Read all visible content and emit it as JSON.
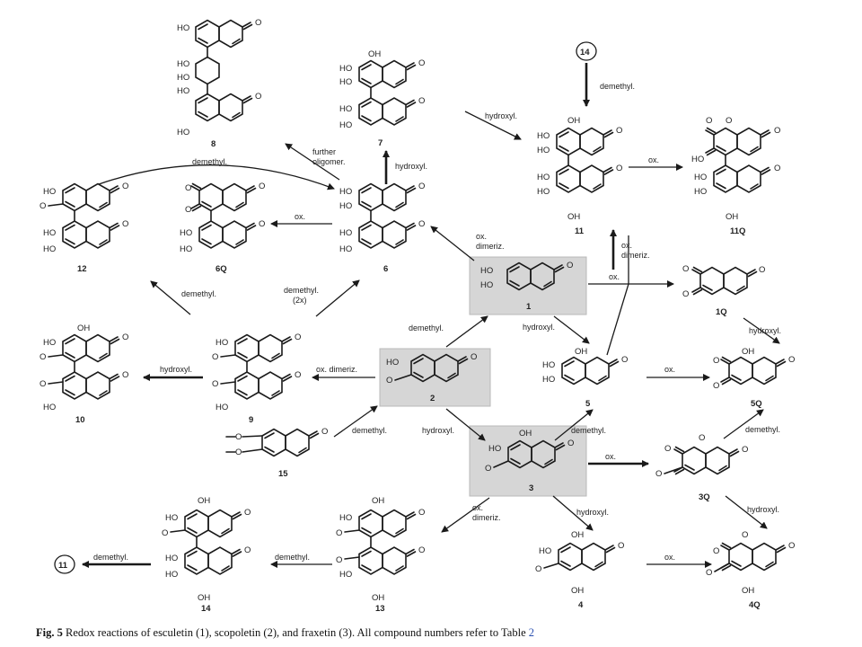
{
  "caption": {
    "figure_label": "Fig. 5",
    "text": "Redox reactions of esculetin (1), scopoletin (2), and fraxetin (3). All compound numbers refer to Table",
    "table_ref": "2"
  },
  "groups": {
    "ho": "HO",
    "oh": "OH",
    "o": "O",
    "methoxy": "O"
  },
  "reactions": {
    "demethyl": "demethyl.",
    "hydroxyl": "hydroxyl.",
    "ox": "ox.",
    "ox_dimeriz": "ox. dimeriz.",
    "ox_line1": "ox.",
    "dimeriz_line2": "dimeriz.",
    "demethyl_2x_line1": "demethyl.",
    "demethyl_2x_line2": "(2x)",
    "further_line1": "further",
    "oligomer_line2": "oligomer."
  },
  "compounds": {
    "c1": "1",
    "c2": "2",
    "c3": "3",
    "c4": "4",
    "c5": "5",
    "c6": "6",
    "c7": "7",
    "c8": "8",
    "c9": "9",
    "c10": "10",
    "c11": "11",
    "c12": "12",
    "c13": "13",
    "c14": "14",
    "c15": "15",
    "c1q": "1Q",
    "c3q": "3Q",
    "c4q": "4Q",
    "c5q": "5Q",
    "c6q": "6Q",
    "c11q": "11Q"
  }
}
